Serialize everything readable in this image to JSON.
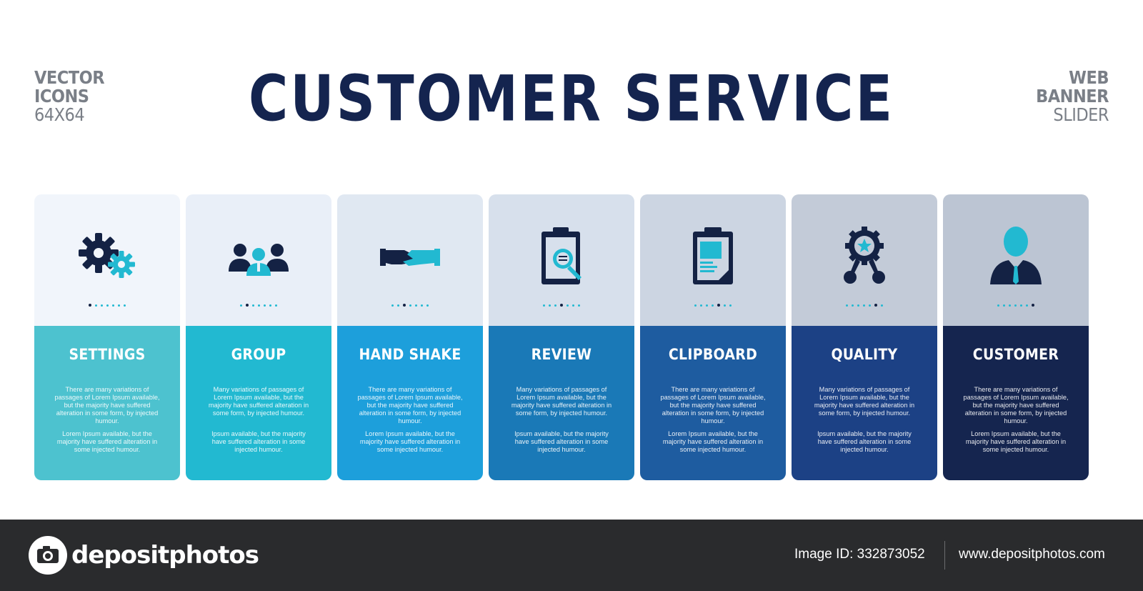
{
  "header": {
    "title": "CUSTOMER SERVICE",
    "left_corner": {
      "line1": "VECTOR",
      "line2": "ICONS",
      "line3": "64X64"
    },
    "right_corner": {
      "line1": "WEB",
      "line2": "BANNER",
      "line3": "SLIDER"
    }
  },
  "cards": [
    {
      "title": "SETTINGS",
      "icon": "gears-icon",
      "top_color": "#f1f5fb",
      "bottom_color": "#4dc2cf",
      "active_dot": 0,
      "text1": "There are many variations of passages of Lorem Ipsum available, but the majority have suffered alteration in some form, by injected humour.",
      "text2": "Lorem Ipsum available, but the majority have suffered alteration in some injected humour."
    },
    {
      "title": "GROUP",
      "icon": "group-icon",
      "top_color": "#e9eff8",
      "bottom_color": "#22b9d1",
      "active_dot": 1,
      "text1": "Many variations of passages of Lorem Ipsum available, but the majority have suffered alteration in some form, by injected humour.",
      "text2": "Ipsum available, but the majority have suffered alteration in some injected humour."
    },
    {
      "title": "HAND SHAKE",
      "icon": "handshake-icon",
      "top_color": "#e0e8f2",
      "bottom_color": "#1d9fdb",
      "active_dot": 2,
      "text1": "There are many variations of passages of Lorem Ipsum available, but the majority have suffered alteration in some form, by injected humour.",
      "text2": "Lorem Ipsum available, but the majority have suffered alteration in some injected humour."
    },
    {
      "title": "REVIEW",
      "icon": "review-clipboard-icon",
      "top_color": "#d7e0ec",
      "bottom_color": "#1a79b7",
      "active_dot": 3,
      "text1": "Many variations of passages of Lorem Ipsum available, but the majority have suffered alteration in some form, by injected humour.",
      "text2": "Ipsum available, but the majority have suffered alteration in some injected humour."
    },
    {
      "title": "CLIPBOARD",
      "icon": "clipboard-icon",
      "top_color": "#ccd5e2",
      "bottom_color": "#1e5ca0",
      "active_dot": 4,
      "text1": "There are many variations of passages of Lorem Ipsum available, but the majority have suffered alteration in some form, by injected humour.",
      "text2": "Lorem Ipsum available, but the majority have suffered alteration in some injected humour."
    },
    {
      "title": "QUALITY",
      "icon": "quality-badge-icon",
      "top_color": "#c3cbd8",
      "bottom_color": "#1c4185",
      "active_dot": 5,
      "text1": "Many variations of passages of Lorem Ipsum available, but the majority have suffered alteration in some form, by injected humour.",
      "text2": "Ipsum available, but the majority have suffered alteration in some injected humour."
    },
    {
      "title": "CUSTOMER",
      "icon": "customer-icon",
      "top_color": "#bcc5d3",
      "bottom_color": "#15254f",
      "active_dot": 6,
      "text1": "There are many variations of passages of Lorem Ipsum available, but the majority have suffered alteration in some form, by injected humour.",
      "text2": "Lorem Ipsum available, but the majority have suffered alteration in some injected humour."
    }
  ],
  "colors": {
    "navy": "#142244",
    "accent": "#22b9d1",
    "title": "#14244f",
    "footer": "#2a2b2d"
  },
  "footer": {
    "brand": "depositphotos",
    "image_id": "Image ID: 332873052",
    "site": "www.depositphotos.com"
  }
}
